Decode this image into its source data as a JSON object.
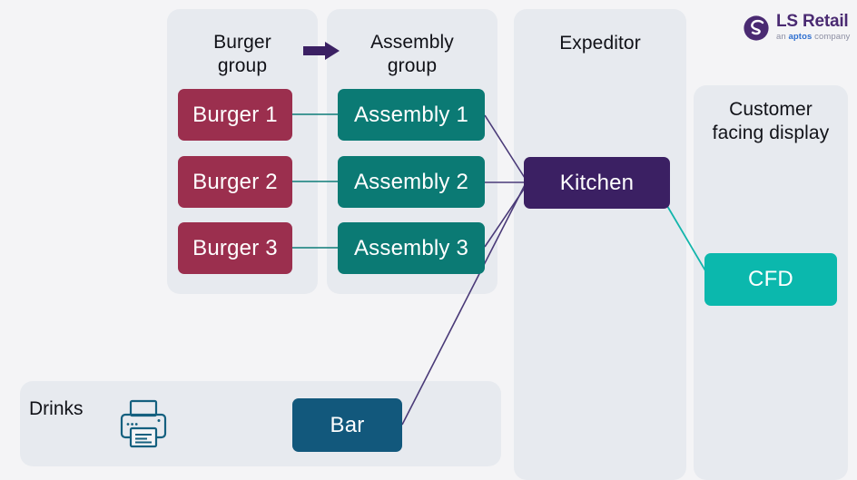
{
  "theme": {
    "background": "#f4f4f6",
    "panel_fill": "#e7eaef",
    "burger_color": "#9b2f4e",
    "assembly_color": "#0b7a74",
    "kitchen_color": "#3b2063",
    "cfd_color": "#0bb8ad",
    "bar_color": "#12587c",
    "wire_purple": "#4a3a78",
    "wire_teal": "#0f7d78",
    "wire_cfd": "#12b5ab",
    "arrow_color": "#3b2063",
    "printer_icon_color": "#14607f",
    "text_dark": "#111218",
    "text_light": "#ffffff"
  },
  "panels": [
    {
      "id": "burger-group",
      "title": "Burger\ngroup",
      "title_line1": "Burger",
      "title_line2": "group"
    },
    {
      "id": "assembly-group",
      "title": "Assembly\ngroup",
      "title_line1": "Assembly",
      "title_line2": "group"
    },
    {
      "id": "expeditor",
      "title": "Expeditor",
      "title_line1": "Expeditor",
      "title_line2": ""
    },
    {
      "id": "cfd-group",
      "title": "Customer facing display",
      "title_line1": "Customer",
      "title_line2": "facing display"
    },
    {
      "id": "drinks",
      "title": "Drinks",
      "title_line1": "Drinks",
      "title_line2": ""
    }
  ],
  "nodes": {
    "burger1": {
      "label": "Burger 1"
    },
    "burger2": {
      "label": "Burger 2"
    },
    "burger3": {
      "label": "Burger 3"
    },
    "assembly1": {
      "label": "Assembly 1"
    },
    "assembly2": {
      "label": "Assembly 2"
    },
    "assembly3": {
      "label": "Assembly 3"
    },
    "kitchen": {
      "label": "Kitchen"
    },
    "cfd": {
      "label": "CFD"
    },
    "bar": {
      "label": "Bar"
    }
  },
  "icons": {
    "printer": "printer-icon",
    "group_arrow": "arrow-right-icon",
    "logo_mark": "ls-retail-logo-mark"
  },
  "logo": {
    "name": "LS Retail",
    "tagline_prefix": "an ",
    "tagline_brand": "aptos",
    "tagline_suffix": " company"
  },
  "connections": [
    {
      "from": "burger1",
      "to": "assembly1",
      "color": "teal"
    },
    {
      "from": "burger2",
      "to": "assembly2",
      "color": "teal"
    },
    {
      "from": "burger3",
      "to": "assembly3",
      "color": "teal"
    },
    {
      "from": "assembly1",
      "to": "kitchen",
      "color": "purple"
    },
    {
      "from": "assembly2",
      "to": "kitchen",
      "color": "purple"
    },
    {
      "from": "assembly3",
      "to": "kitchen",
      "color": "purple"
    },
    {
      "from": "bar",
      "to": "kitchen",
      "color": "purple"
    },
    {
      "from": "kitchen",
      "to": "cfd",
      "color": "cfd-teal"
    }
  ]
}
